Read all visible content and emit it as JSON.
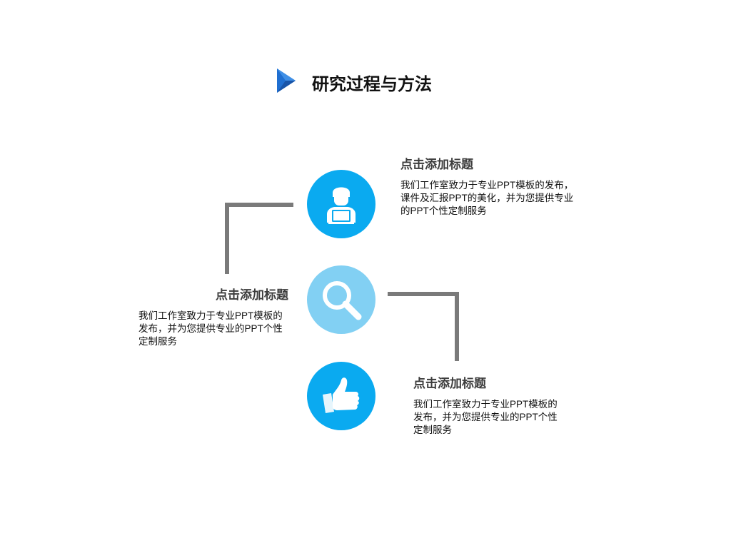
{
  "header": {
    "title": "研究过程与方法",
    "icon": "play-triangle-icon",
    "accent_color": "#1f6fd1"
  },
  "items": [
    {
      "icon": "person-laptop-icon",
      "circle_color": "#0aaaf0",
      "title": "点击添加标题",
      "description": "我们工作室致力于专业PPT模板的发布，课件及汇报PPT的美化，并为您提供专业的PPT个性定制服务"
    },
    {
      "icon": "magnifier-icon",
      "circle_color": "#82d0f3",
      "title": "点击添加标题",
      "description": "我们工作室致力于专业PPT模板的发布，并为您提供专业的PPT个性定制服务"
    },
    {
      "icon": "thumbs-up-icon",
      "circle_color": "#0aaaf0",
      "title": "点击添加标题",
      "description": "我们工作室致力于专业PPT模板的发布，并为您提供专业的PPT个性定制服务"
    }
  ],
  "connector_color": "#7a7a7a"
}
